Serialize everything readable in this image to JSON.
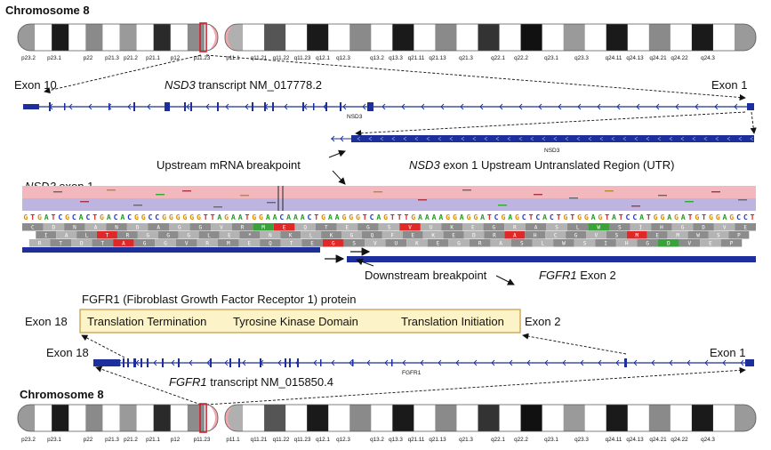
{
  "colors": {
    "gene_blue": "#1c2f9c",
    "centromere_pink": "#f2a7ae",
    "highlight_red": "#d21f2c",
    "protein_box_fill": "#fdf3c9",
    "protein_box_border": "#c7a24a",
    "read_pink": "#f2b8bd",
    "read_lavender": "#b8b4e3",
    "aa_red": "#e02828",
    "aa_green": "#3aa23a",
    "base_A": "#1e9e1e",
    "base_C": "#2233cc",
    "base_G": "#d98a00",
    "base_T": "#d21f1f"
  },
  "chromosome_top": {
    "title": "Chromosome 8",
    "bands": [
      "p23.2",
      "p23.1",
      "p22",
      "p21.3",
      "p21.2",
      "p21.1",
      "p12",
      "p11.23",
      "p11.1",
      "q11.21",
      "q11.22",
      "q11.23",
      "q12.1",
      "q12.3",
      "q13.2",
      "q13.3",
      "q21.11",
      "q21.13",
      "q21.3",
      "q22.1",
      "q22.2",
      "q23.1",
      "q23.3",
      "q24.11",
      "q24.13",
      "q24.21",
      "q24.22",
      "q24.3"
    ]
  },
  "chromosome_bottom": {
    "title": "Chromosome 8",
    "bands": [
      "p23.2",
      "p23.1",
      "p22",
      "p21.3",
      "p21.2",
      "p21.1",
      "p12",
      "p11.23",
      "p11.1",
      "q11.21",
      "q11.22",
      "q11.23",
      "q12.1",
      "q12.3",
      "q13.2",
      "q13.3",
      "q21.11",
      "q21.13",
      "q21.3",
      "q22.1",
      "q22.2",
      "q23.1",
      "q23.3",
      "q24.11",
      "q24.13",
      "q24.21",
      "q24.22",
      "q24.3"
    ]
  },
  "nsd3": {
    "exon_left": "Exon 10",
    "exon_right": "Exon 1",
    "transcript_gene": "NSD3",
    "transcript_id": " transcript NM_017778.2",
    "track_label": "NSD3",
    "utr_track_label": "NSD3",
    "utr_gene": "NSD3",
    "utr_text": " exon 1 Upstream Untranslated Region (UTR)"
  },
  "breakpoints": {
    "upstream": "Upstream mRNA breakpoint",
    "downstream": "Downstream breakpoint"
  },
  "reads": {
    "exon_gene": "NSD3",
    "exon_suffix": " exon 1",
    "sequence": "GTGATCGCACTGACACGGCCGGGGGGTTAGAATGGAACAAACTGAAGGGTCAGTTTGAAAAGGAGGATCGAGCTCACTGTGGAGTATCCATGGAGATGTGGAGCCT",
    "aa_row1": "CDNANDAGGVRMEQTEGSVUKEGRASLWSIHGDVE",
    "aa_row2": "VIALTRGGGLE*NKLKGQFEKEDRAHCGVSMEMWSP",
    "aa_row3": "DRTDTAGGVRMEQTEGSVUKEGRASLWSIHGDVEP"
  },
  "fgfr1": {
    "exon2_gene": "FGFR1",
    "exon2_suffix": " Exon 2",
    "protein_title": "FGFR1 (Fibroblast Growth Factor Receptor 1) protein",
    "protein_exon_left": "Exon 18",
    "protein_exon_right": "Exon 2",
    "domain_left": "Translation Termination",
    "domain_middle": "Tyrosine Kinase Domain",
    "domain_right": "Translation Initiation",
    "exon_left": "Exon 18",
    "exon_right": "Exon 1",
    "track_label": "FGFR1",
    "transcript_gene": "FGFR1",
    "transcript_id": " transcript NM_015850.4"
  }
}
